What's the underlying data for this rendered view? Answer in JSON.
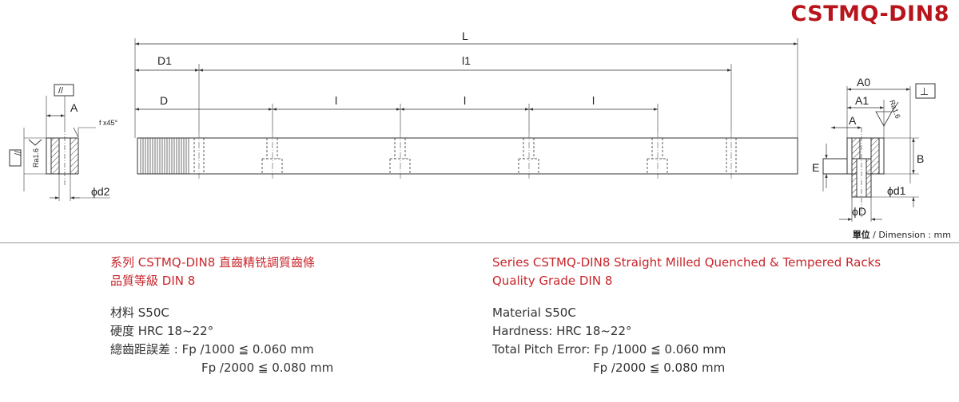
{
  "title": "CSTMQ-DIN8",
  "unit_label": {
    "bold": "單位",
    "rest": " / Dimension : mm"
  },
  "drawing_labels": {
    "L": "L",
    "D1": "D1",
    "l1": "l1",
    "D": "D",
    "l": "l",
    "A": "A",
    "A0": "A0",
    "A1": "A1",
    "B": "B",
    "E": "E",
    "d1": "ϕd1",
    "d2": "ϕd2",
    "phiD": "ϕD",
    "chamfer": "f x45°",
    "ra": "Ra1.6",
    "parallel": "//",
    "perpendicular": "⊥"
  },
  "chinese": {
    "line1": "系列 CSTMQ-DIN8  直齒精铣調質齒條",
    "line2": "品質等級 DIN 8",
    "material": "材料 S50C",
    "hardness": "硬度 HRC 18~22°",
    "pitch1": "總齒距誤差 : Fp /1000 ≦ 0.060 mm",
    "pitch2": "Fp /2000 ≦ 0.080 mm"
  },
  "english": {
    "line1": "Series CSTMQ-DIN8  Straight Milled Quenched & Tempered Racks",
    "line2": "Quality Grade DIN 8",
    "material": "Material S50C",
    "hardness": "Hardness: HRC 18~22°",
    "pitch1": "Total Pitch Error: Fp /1000 ≦ 0.060 mm",
    "pitch2": "Fp /2000 ≦ 0.080 mm"
  }
}
